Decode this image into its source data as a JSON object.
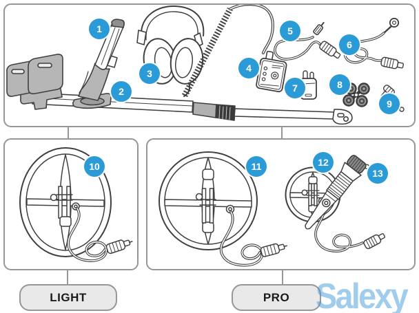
{
  "watermark": {
    "text": "Salexy"
  },
  "colors": {
    "badge": "#2B9BD7",
    "badge_text": "#FFFFFF",
    "box_border": "#969696",
    "pill_fill": "#E9E9E9",
    "pill_text": "#1B1B1B",
    "line_art": "#3F3F3F",
    "gray_part": "#B6B6B6",
    "watermark": "#A8D3F1"
  },
  "boxes": {
    "kit": {
      "badges": [
        {
          "number": "1",
          "item": "handle-grip"
        },
        {
          "number": "2",
          "item": "shaft-with-armrest"
        },
        {
          "number": "3",
          "item": "headphones"
        },
        {
          "number": "4",
          "item": "control-module"
        },
        {
          "number": "5",
          "item": "short-cable"
        },
        {
          "number": "6",
          "item": "long-cable"
        },
        {
          "number": "7",
          "item": "charger-plug"
        },
        {
          "number": "8",
          "item": "washer-kit"
        },
        {
          "number": "9",
          "item": "bolt-kit"
        }
      ]
    },
    "light": {
      "label": "LIGHT",
      "badges": [
        {
          "number": "10",
          "item": "elliptical-search-coil"
        }
      ]
    },
    "pro": {
      "label": "PRO",
      "badges": [
        {
          "number": "11",
          "item": "large-round-coil"
        },
        {
          "number": "12",
          "item": "small-round-coil"
        },
        {
          "number": "13",
          "item": "pinpointer"
        }
      ]
    }
  }
}
